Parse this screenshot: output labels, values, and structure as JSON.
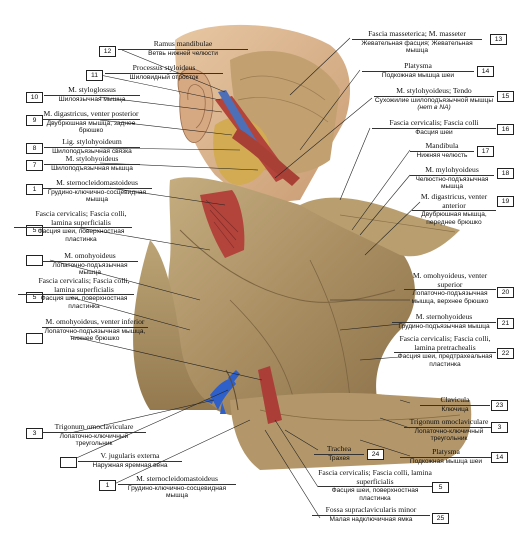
{
  "labels": [
    {
      "id": "12",
      "la": "Ramus mandibulae",
      "ru": "Ветвь нижней челюсти"
    },
    {
      "id": "11",
      "la": "Processus styloideus",
      "ru": "Шиловидный отросток"
    },
    {
      "id": "10",
      "la": "M. styloglossus",
      "ru": "Шилоязычная мышца"
    },
    {
      "id": "9",
      "la": "M. digastricus, venter posterior",
      "ru": "Двубрюшная мышца, заднее брюшко"
    },
    {
      "id": "8",
      "la": "Lig. stylohyoideum",
      "ru": "Шилоподъязычная связка"
    },
    {
      "id": "7",
      "la": "M. stylohyoideus",
      "ru": "Шилоподъязычная мышца"
    },
    {
      "id": "1a",
      "num": "1",
      "la": "M. sternocleidomastoideus",
      "ru": "Грудино-ключично-сосцевидная мышца"
    },
    {
      "id": "5a",
      "num": "5",
      "la": "Fascia cervicalis; Fascia colli, lamina superficialis",
      "ru": "Фасция шеи, поверхностная пластинка"
    },
    {
      "id": "6",
      "la": "M. omohyoideus",
      "ru": "Лопаточно-подъязычная мышца"
    },
    {
      "id": "5b",
      "num": "5",
      "la": "Fascia cervicalis; Fascia colli, lamina superficialis",
      "ru": "Фасция шеи, поверхностная пластинка"
    },
    {
      "id": "4",
      "la": "M. omohyoideus, venter inferior",
      "ru": "Лопаточно-подъязычная мышца, нижнее брюшко"
    },
    {
      "id": "3a",
      "num": "3",
      "la": "Trigonum omoclaviculare",
      "ru": "Лопаточно-ключичный треугольник"
    },
    {
      "id": "2",
      "la": "V. jugularis externa",
      "ru": "Наружная яремная вена"
    },
    {
      "id": "1b",
      "num": "1",
      "la": "M. sternocleidomastoideus",
      "ru": "Грудино-ключично-сосцевидная мышца"
    },
    {
      "id": "13",
      "la": "Fascia masseterica; M. masseter",
      "ru": "Жевательная фасция; Жевательная мышца"
    },
    {
      "id": "14a",
      "num": "14",
      "la": "Platysma",
      "ru": "Подкожная мышца шеи"
    },
    {
      "id": "15",
      "la": "M. stylohyoideus; Tendo",
      "ru": "Сухожилие шилоподъязычной мышцы",
      "ru2": "(нет в NA)"
    },
    {
      "id": "16",
      "la": "Fascia cervicalis; Fascia colli",
      "ru": "Фасция шеи"
    },
    {
      "id": "17",
      "la": "Mandibula",
      "ru": "Нижняя челюсть"
    },
    {
      "id": "18",
      "la": "M. mylohyoideus",
      "ru": "Челюстно-подъязычная мышца"
    },
    {
      "id": "19",
      "la": "M. digastricus, venter anterior",
      "ru": "Двубрюшная мышца, переднее брюшко"
    },
    {
      "id": "20",
      "la": "M. omohyoideus, venter superior",
      "ru": "Лопаточно-подъязычная мышца, верхнее брюшко"
    },
    {
      "id": "21",
      "la": "M. sternohyoideus",
      "ru": "Грудино-подъязычная мышца"
    },
    {
      "id": "22",
      "la": "Fascia cervicalis; Fascia colli, lamina pretrachealis",
      "ru": "Фасция шеи, предтрахеальная пластинка"
    },
    {
      "id": "23",
      "la": "Clavicula",
      "ru": "Ключица"
    },
    {
      "id": "3b",
      "num": "3",
      "la": "Trigonum omoclaviculare",
      "ru": "Лопаточно-ключичный треугольник"
    },
    {
      "id": "14b",
      "num": "14",
      "la": "Platysma",
      "ru": "Подкожная мышца шеи"
    },
    {
      "id": "24",
      "la": "Trachea",
      "ru": "Трахея"
    },
    {
      "id": "5c",
      "num": "5",
      "la": "Fascia cervicalis; Fascia colli, lamina superficialis",
      "ru": "Фасция шеи, поверхностная пластинка"
    },
    {
      "id": "25",
      "la": "Fossa supraclavicularis minor",
      "ru": "Малая надключичная ямка"
    }
  ],
  "colors": {
    "fascia": "#b49a6c",
    "fascia_dark": "#8a6f45",
    "muscle": "#b8443c",
    "vein": "#2f5fc8",
    "skin": "#d9b38e",
    "gland": "#c9a14a",
    "leader": "#222222"
  }
}
